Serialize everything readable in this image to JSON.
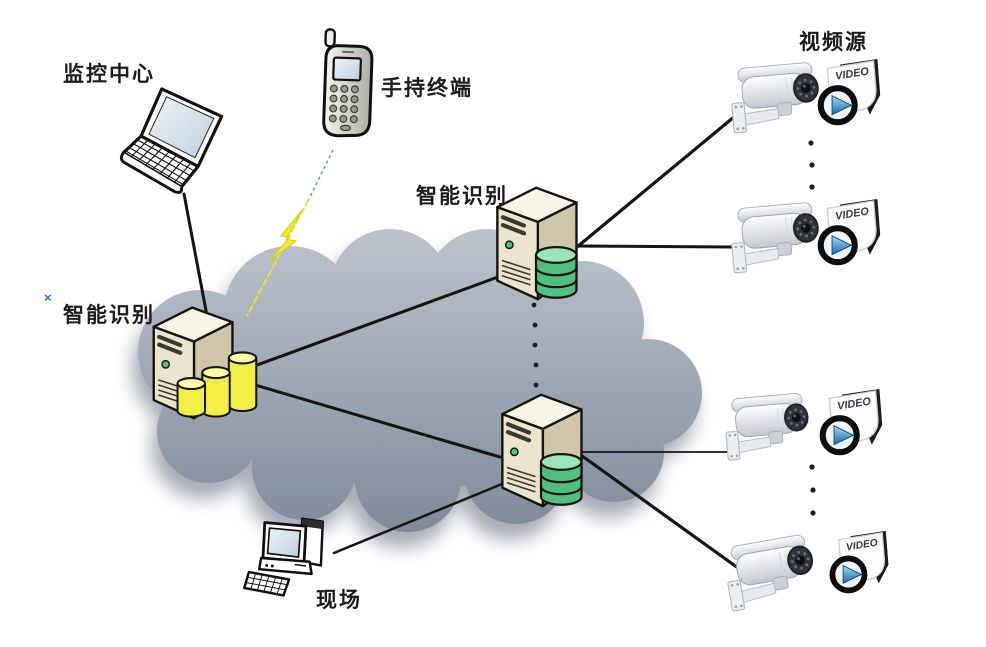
{
  "labels": {
    "monitoring_center": "监控中心",
    "handheld_terminal": "手持终端",
    "recognition_upper": "智能识别",
    "recognition_left": "智能识别",
    "video_source": "视频源",
    "site": "现场"
  },
  "video_file_text": "VIDEO",
  "broken_marker": "×",
  "colors": {
    "cloud_top": "#bcc3cd",
    "cloud_bottom": "#7c8799",
    "connection_line": "#141414",
    "server_front": "#ece4ce",
    "server_side": "#cfc5a8",
    "server_top": "#f8f4e6",
    "database_green": "#4fc07f",
    "database_yellow": "#f2ee44",
    "lightning_yellow": "#f3ef2e",
    "wireless_blue": "#6f97da",
    "play_button_blue": "#1a6bab"
  }
}
